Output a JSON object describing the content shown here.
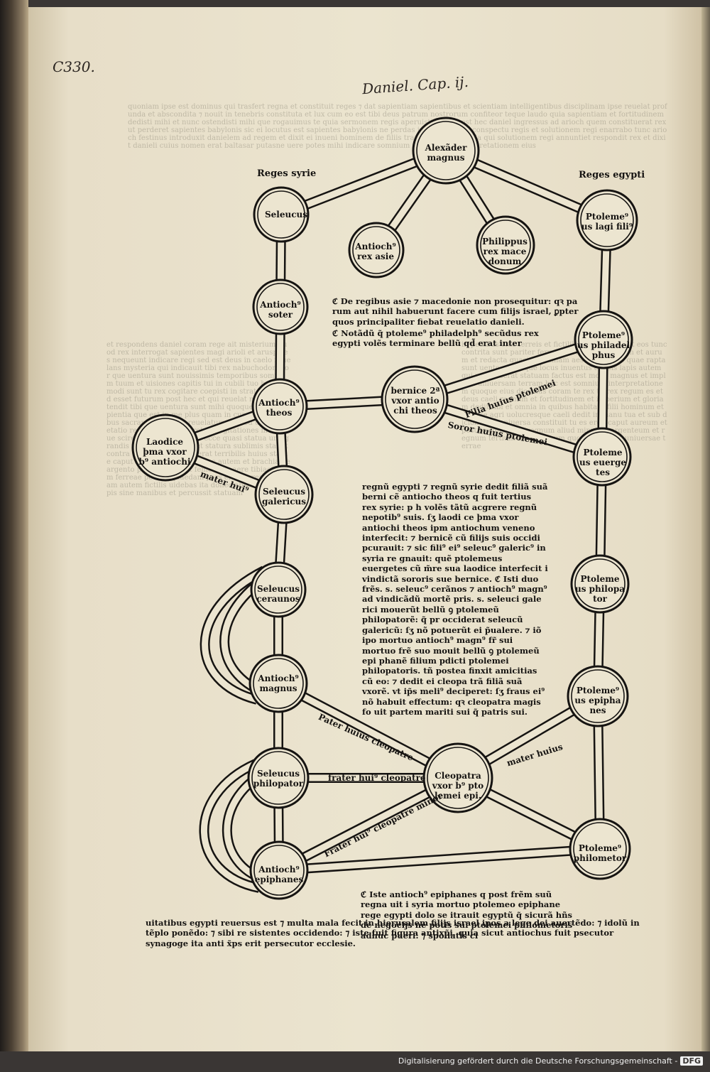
{
  "annotations": {
    "folio": "C330.",
    "running_head": "Daniel. Cap. ij."
  },
  "footer": {
    "credit": "Digitalisierung gefördert durch die Deutsche Forschungsgemeinschaft -",
    "logo": "DFG"
  },
  "headings": {
    "left": "Reges syrie",
    "right": "Reges egypti"
  },
  "nodes": {
    "alexander": "Alexãder\nmagnus",
    "seleucus": "Seleucus",
    "antiochus_asie": "Antioch⁹\nrex asie",
    "philippus": "Philippus\nrex mace\ndonum",
    "ptolemeus_lagi": "Ptoleme⁹\nus lagi fili⁹",
    "antiochus_soter": "Antioch⁹\nsoter",
    "ptolemeus_philadelphus": "Ptoleme⁹\nus philadel\nphus",
    "antiochus_theos": "Antioch⁹\ntheos",
    "bernice": "bernice 2ª\nvxor antio\nchi theos",
    "laodice": "Laodice\nþma vxor\nb⁹ antiochi",
    "ptolemeus_euergetes": "Ptoleme\nus euerge\ntes",
    "seleucus_galericus": "Seleucus\ngalericus",
    "ptolemeus_philopator": "Ptoleme\nus philopa\ntor",
    "seleucus_ceraunos": "Seleucus\nceraunos",
    "antiochus_magnus": "Antioch⁹\nmagnus",
    "ptolemeus_epiphanes": "Ptoleme⁹\nus epipha\nnes",
    "seleucus_philopator": "Seleucus\nphilopator",
    "cleopatra": "Cleopatra\nvxor b⁹ pto\nlemei epi.",
    "antiochus_epiphanes": "Antioch⁹\nepiphanes",
    "ptolemeus_philometor": "Ptoleme⁹\nphilometor"
  },
  "edge_labels": {
    "filia": "Filia huius ptolemei",
    "soror": "Soror huius ptolemei",
    "mater_1": "mater hui⁹",
    "pater": "Pater huius cleopatre",
    "mater_2": "mater huius",
    "frater": "frater hui⁹ cleopatre",
    "frater_minor": "Frater hui⁹ cleopatre minor"
  },
  "notes": {
    "note1": "ℭ De regibus asie ⁊ macedonie non prosequitur: qꝛ pa rum aut nihil habuerunt facere cum filijs israel, ꝑpter quos principaliter fiebat reuelatio danieli.",
    "note2": "ℭ Notãdũ q̃ ptoleme⁹ philadelph⁹ secũdus rex egypti volẽs terminare bellũ qd̃ erat inter",
    "note3": "regnũ egypti ⁊ regnũ syrie dedit filiã suã berni cẽ antiocho theos q fuit tertius rex syrie: p h volẽs tãtũ acgrere regnũ nepotib⁹ suis. ſʒ laodi ce þma vxor antiochi theos ipm antiochum veneno interfecit: ⁊ bernicẽ cũ filijs suis occidi pcurauit: ⁊ sic fili⁹ ei⁹ seleuc⁹ galeric⁹ in syria re gnauit: quẽ ptolemeus euergetes cũ m̃re sua laodice interfecit i vindictã sororis sue bernice. ℭ Isti duo frẽs. s. seleuc⁹ cerãnos ⁊ antioch⁹ magn⁹ ad vindicãdũ mortẽ pris. s. seleuci gale rici mouerũt bellũ ꝯ ptolemeũ philopatorẽ: q̃ pr occiderat seleucũ galericũ: ſʒ nõ potuerũt ei p̃ualere. ⁊ iõ ipo mortuo antioch⁹ magn⁹ fr̃ sui mortuo frẽ suo mouit bellũ ꝯ ptolemeũ epi phanẽ filium pdicti ptolemei philopatoris. tñ postea finxit amicitias cũ eo: ⁊ dedit ei cleopa trã filiã suã vxorẽ. vt ip̃s meli⁹ deciperet: ſʒ fraus ei⁹ nõ habuit effectum: qꝛ cleopatra magis fo uit partem mariti sui q̃ patris sui.",
    "note4": "ℭ Iste antioch⁹ epiphanes q post frẽm suũ regna uit i syria mortuo ptolemeo epiphane rege egypti dolo se itrauit egyptũ q̃ sicurã hñs de negocijs ne potis sui ptolemei philometoris adhuc pueri: ⁊ spoliatis ci",
    "note4_cont": "uitatibus egypti reuersus est ⁊ multa mala fecit in hierusalem filijs israel ipos a lege dei auertẽdo: ⁊ idolũ in tẽplo ponẽdo: ⁊ sibi re sistentes occidendo: ⁊ iste fuit figura antixp̃i. quia sicut antiochus fuit psecutor synagoge ita anti x̃ps erit persecutor ecclesie."
  }
}
